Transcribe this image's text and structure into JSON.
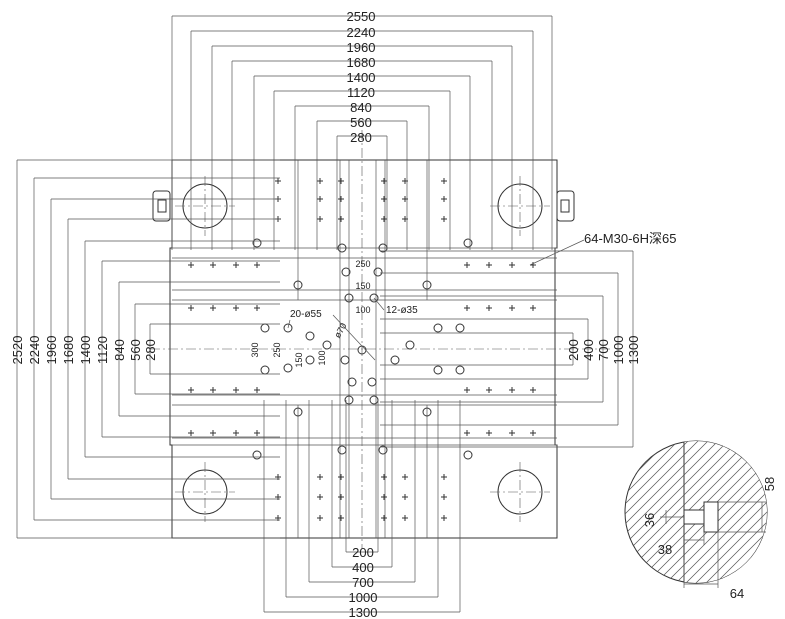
{
  "top_dimensions": [
    "2550",
    "2240",
    "1960",
    "1680",
    "1400",
    "1120",
    "840",
    "560",
    "280"
  ],
  "left_dimensions": [
    "2520",
    "2240",
    "1960",
    "1680",
    "1400",
    "1120",
    "840",
    "560",
    "280"
  ],
  "right_dimensions": [
    "200",
    "400",
    "700",
    "1000",
    "1300"
  ],
  "bottom_dimensions": [
    "200",
    "400",
    "700",
    "1000",
    "1300"
  ],
  "center_labels": {
    "d250": "250",
    "d150": "150",
    "d100": "100",
    "v300": "300",
    "v250": "250",
    "v150": "150",
    "v100": "100",
    "dia70": "ø70"
  },
  "notes": {
    "tapped_holes": "64-M30-6H深65",
    "bolt_holes_55": "20-ø55",
    "bolt_holes_35": "12-ø35"
  },
  "detail_dimensions": {
    "d58": "58",
    "d36": "36",
    "d38": "38",
    "d64": "64"
  }
}
